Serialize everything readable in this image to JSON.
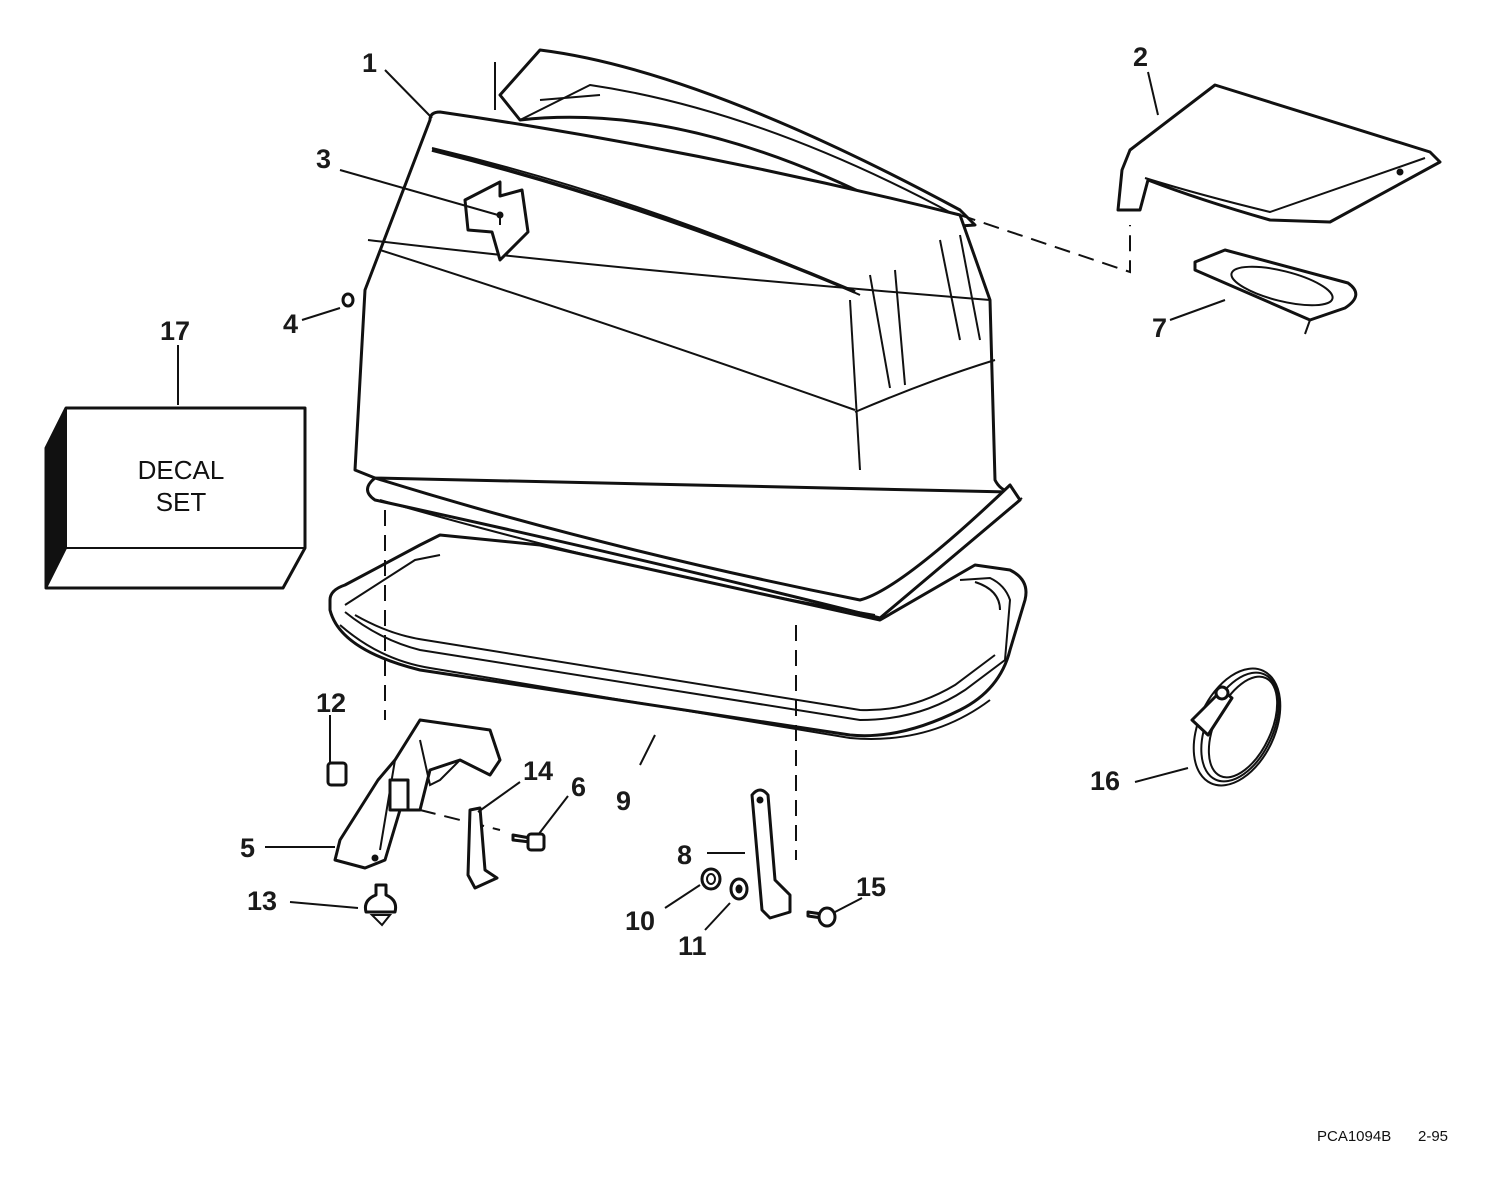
{
  "callouts": [
    "1",
    "2",
    "3",
    "4",
    "5",
    "6",
    "7",
    "8",
    "9",
    "10",
    "11",
    "12",
    "13",
    "14",
    "15",
    "16",
    "17"
  ],
  "decal_box": {
    "line1": "DECAL",
    "line2": "SET"
  },
  "footer": {
    "code": "PCA1094B",
    "date": "2-95"
  },
  "colors": {
    "ink": "#111111",
    "paper": "#ffffff"
  }
}
